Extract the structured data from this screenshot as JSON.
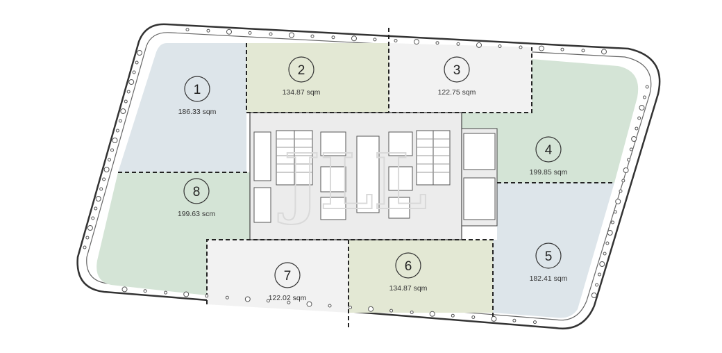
{
  "units": [
    {
      "id": "1",
      "area": "186.33 sqm",
      "color": "#dde5ea"
    },
    {
      "id": "2",
      "area": "134.87 sqm",
      "color": "#e3e8d4"
    },
    {
      "id": "3",
      "area": "122.75 sqm",
      "color": "#f2f2f2"
    },
    {
      "id": "4",
      "area": "199.85 sqm",
      "color": "#d4e4d6"
    },
    {
      "id": "5",
      "area": "182.41 sqm",
      "color": "#dde5ea"
    },
    {
      "id": "6",
      "area": "134.87 sqm",
      "color": "#e3e8d4"
    },
    {
      "id": "7",
      "area": "122.02 sqm",
      "color": "#f2f2f2"
    },
    {
      "id": "8",
      "area": "199.63 scm",
      "color": "#d4e4d6"
    }
  ],
  "watermark": "JLL",
  "colors": {
    "outline": "#333333",
    "core": "#ececec",
    "dash": "#222222"
  }
}
